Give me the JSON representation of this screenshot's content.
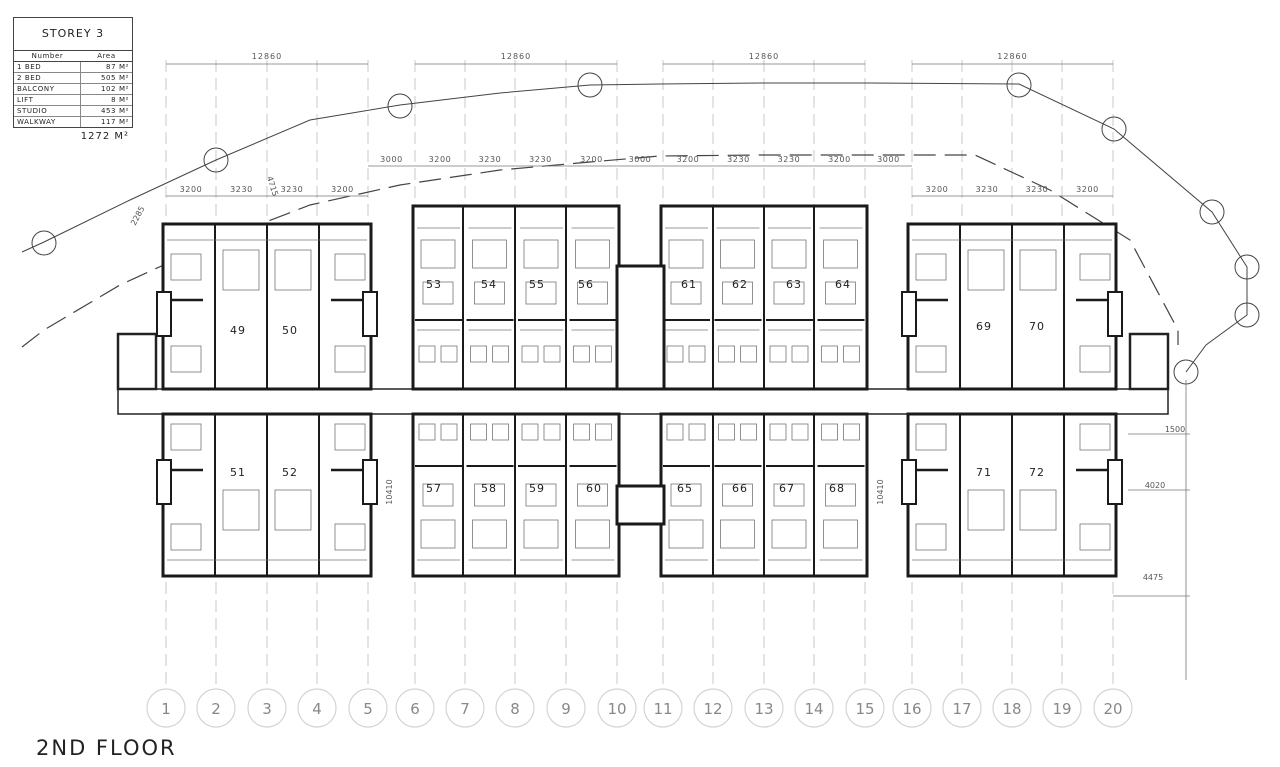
{
  "legend": {
    "title": "STOREY 3",
    "col_number": "Number",
    "col_area": "Area",
    "rows": [
      {
        "name": "1 BED",
        "area": "87 M²"
      },
      {
        "name": "2 BED",
        "area": "505 M²"
      },
      {
        "name": "BALCONY",
        "area": "102 M²"
      },
      {
        "name": "LIFT",
        "area": "8 M²"
      },
      {
        "name": "STUDIO",
        "area": "453 M²"
      },
      {
        "name": "WALKWAY",
        "area": "117 M²"
      }
    ],
    "total": "1272 M²"
  },
  "floor_title": "2ND FLOOR",
  "grid_labels": [
    "1",
    "2",
    "3",
    "4",
    "5",
    "6",
    "7",
    "8",
    "9",
    "10",
    "11",
    "12",
    "13",
    "14",
    "15",
    "16",
    "17",
    "18",
    "19",
    "20"
  ],
  "top_dims": [
    "12860",
    "12860",
    "12860",
    "12860"
  ],
  "mid_dims": [
    "3000",
    "3200",
    "3230",
    "3230",
    "3200",
    "3000",
    "3200",
    "3230",
    "3230",
    "3200",
    "3000"
  ],
  "left_sub_dims": [
    "3200",
    "3230",
    "3230",
    "3200"
  ],
  "right_sub_dims": [
    "3200",
    "3230",
    "3230",
    "3200"
  ],
  "diag_dims": [
    "4715",
    "2285"
  ],
  "vertical_dims": [
    "10410",
    "10410"
  ],
  "right_dims": [
    "1500",
    "4020",
    "4475"
  ],
  "units": {
    "u49": "49",
    "u50": "50",
    "u51": "51",
    "u52": "52",
    "u53": "53",
    "u54": "54",
    "u55": "55",
    "u56": "56",
    "u57": "57",
    "u58": "58",
    "u59": "59",
    "u60": "60",
    "u61": "61",
    "u62": "62",
    "u63": "63",
    "u64": "64",
    "u65": "65",
    "u66": "66",
    "u67": "67",
    "u68": "68",
    "u69": "69",
    "u70": "70",
    "u71": "71",
    "u72": "72"
  }
}
